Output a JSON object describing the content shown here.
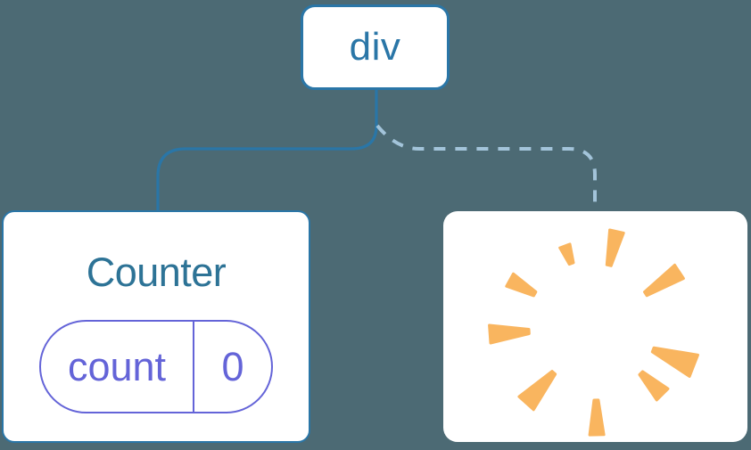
{
  "tree": {
    "root": {
      "label": "div"
    },
    "children": [
      {
        "name": "counter-component",
        "title": "Counter",
        "state": {
          "key": "count",
          "value": "0"
        },
        "edge": "solid"
      },
      {
        "name": "removed-component",
        "icon": "poof-explosion-icon",
        "edge": "dashed"
      }
    ]
  },
  "colors": {
    "background": "#4c6a74",
    "node_blue": "#2a76a7",
    "title_blue": "#2d7396",
    "state_purple": "#6464d8",
    "dashed_blue": "#a3c4da",
    "poof_orange": "#f9b55f",
    "card_white": "#ffffff"
  }
}
